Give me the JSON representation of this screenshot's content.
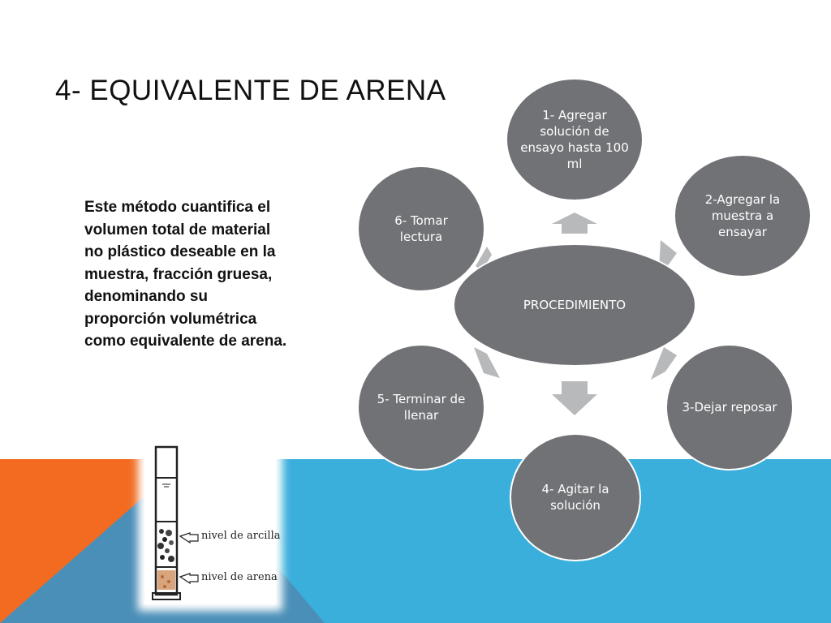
{
  "slide": {
    "title": "4- EQUIVALENTE DE ARENA",
    "description": "Este método cuantifica el volumen total de material no plástico deseable en la muestra, fracción gruesa, denominando su proporción volumétrica como equivalente de arena."
  },
  "illustration": {
    "label_clay": "nivel de arcilla",
    "label_sand": "nivel de arena"
  },
  "diagram": {
    "center": "PROCEDIMIENTO",
    "steps": [
      "1- Agregar solución de ensayo hasta 100 ml",
      "2-Agregar la muestra a ensayar",
      "3-Dejar reposar",
      "4- Agitar la solución",
      "5- Terminar de llenar",
      "6- Tomar lectura"
    ]
  },
  "colors": {
    "orange": "#f26b21",
    "blue": "#3aafdc",
    "steel": "#4a8fb8",
    "node": "#717276",
    "arrow": "#b8b9bb"
  }
}
